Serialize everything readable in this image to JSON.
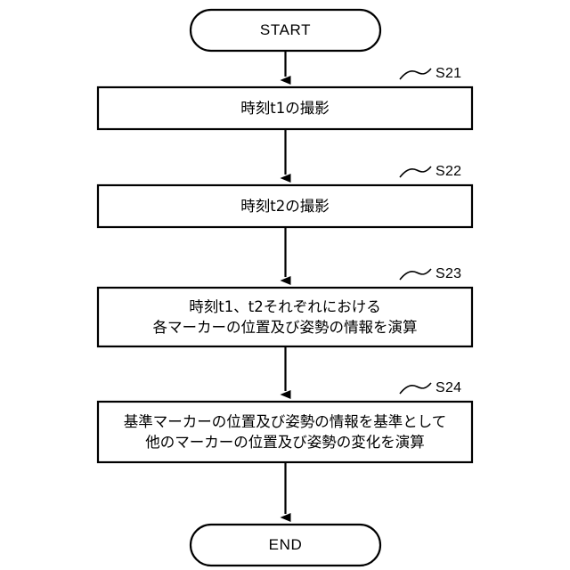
{
  "diagram": {
    "type": "flowchart",
    "orientation": "vertical",
    "stroke_color": "#000000",
    "fill_color": "#ffffff",
    "background": "#ffffff",
    "nodes": [
      {
        "id": "start",
        "shape": "terminator",
        "label": "START"
      },
      {
        "id": "s21",
        "shape": "process",
        "tag": "S21",
        "lines": [
          "時刻t1の撮影"
        ]
      },
      {
        "id": "s22",
        "shape": "process",
        "tag": "S22",
        "lines": [
          "時刻t2の撮影"
        ]
      },
      {
        "id": "s23",
        "shape": "process",
        "tag": "S23",
        "lines": [
          "時刻t1、t2それぞれにおける",
          "各マーカーの位置及び姿勢の情報を演算"
        ]
      },
      {
        "id": "s24",
        "shape": "process",
        "tag": "S24",
        "lines": [
          "基準マーカーの位置及び姿勢の情報を基準として",
          "他のマーカーの位置及び姿勢の変化を演算"
        ]
      },
      {
        "id": "end",
        "shape": "terminator",
        "label": "END"
      }
    ],
    "connectors": [
      {
        "from": "start",
        "to": "s21",
        "arrow": "filled-triangle"
      },
      {
        "from": "s21",
        "to": "s22",
        "arrow": "filled-triangle"
      },
      {
        "from": "s22",
        "to": "s23",
        "arrow": "filled-triangle"
      },
      {
        "from": "s23",
        "to": "s24",
        "arrow": "filled-triangle"
      },
      {
        "from": "s24",
        "to": "end",
        "arrow": "filled-triangle"
      }
    ]
  }
}
